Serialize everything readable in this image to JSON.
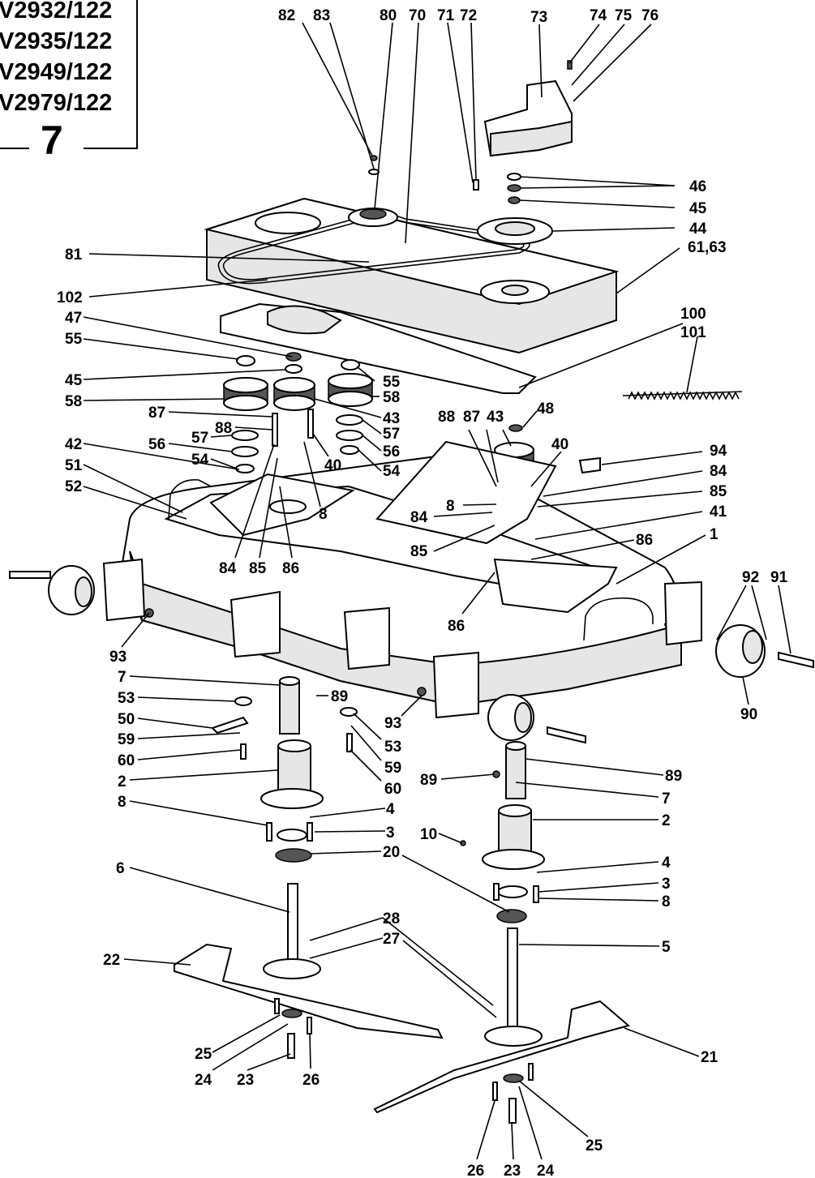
{
  "header": {
    "models": [
      "V2932/122",
      "V2935/122",
      "V2949/122",
      "V2979/122"
    ],
    "plate_number": "7"
  },
  "callouts": [
    {
      "id": "c82",
      "text": "82"
    },
    {
      "id": "c83",
      "text": "83"
    },
    {
      "id": "c80",
      "text": "80"
    },
    {
      "id": "c70",
      "text": "70"
    },
    {
      "id": "c71",
      "text": "71"
    },
    {
      "id": "c72",
      "text": "72"
    },
    {
      "id": "c73",
      "text": "73"
    },
    {
      "id": "c74",
      "text": "74"
    },
    {
      "id": "c75",
      "text": "75"
    },
    {
      "id": "c76",
      "text": "76"
    },
    {
      "id": "c46",
      "text": "46"
    },
    {
      "id": "c45a",
      "text": "45"
    },
    {
      "id": "c44",
      "text": "44"
    },
    {
      "id": "c6163",
      "text": "61,63"
    },
    {
      "id": "c81",
      "text": "81"
    },
    {
      "id": "c102",
      "text": "102"
    },
    {
      "id": "c100",
      "text": "100"
    },
    {
      "id": "c101",
      "text": "101"
    },
    {
      "id": "c47",
      "text": "47"
    },
    {
      "id": "c55a",
      "text": "55"
    },
    {
      "id": "c45b",
      "text": "45"
    },
    {
      "id": "c55b",
      "text": "55"
    },
    {
      "id": "c58a",
      "text": "58"
    },
    {
      "id": "c58b",
      "text": "58"
    },
    {
      "id": "c87a",
      "text": "87"
    },
    {
      "id": "c43a",
      "text": "43"
    },
    {
      "id": "c88a",
      "text": "88"
    },
    {
      "id": "c57a",
      "text": "57"
    },
    {
      "id": "c57b",
      "text": "57"
    },
    {
      "id": "c56a",
      "text": "56"
    },
    {
      "id": "c56b",
      "text": "56"
    },
    {
      "id": "c42",
      "text": "42"
    },
    {
      "id": "c54a",
      "text": "54"
    },
    {
      "id": "c54b",
      "text": "54"
    },
    {
      "id": "c40a",
      "text": "40"
    },
    {
      "id": "c51",
      "text": "51"
    },
    {
      "id": "c52",
      "text": "52"
    },
    {
      "id": "c8a",
      "text": "8"
    },
    {
      "id": "c84a",
      "text": "84"
    },
    {
      "id": "c85a",
      "text": "85"
    },
    {
      "id": "c86a",
      "text": "86"
    },
    {
      "id": "c88b",
      "text": "88"
    },
    {
      "id": "c87b",
      "text": "87"
    },
    {
      "id": "c43b",
      "text": "43"
    },
    {
      "id": "c48",
      "text": "48"
    },
    {
      "id": "c40b",
      "text": "40"
    },
    {
      "id": "c94",
      "text": "94"
    },
    {
      "id": "c84b",
      "text": "84"
    },
    {
      "id": "c85b",
      "text": "85"
    },
    {
      "id": "c8b",
      "text": "8"
    },
    {
      "id": "c84c",
      "text": "84"
    },
    {
      "id": "c41",
      "text": "41"
    },
    {
      "id": "c85c",
      "text": "85"
    },
    {
      "id": "c86b",
      "text": "86"
    },
    {
      "id": "c1",
      "text": "1"
    },
    {
      "id": "c86c",
      "text": "86"
    },
    {
      "id": "c92",
      "text": "92"
    },
    {
      "id": "c91",
      "text": "91"
    },
    {
      "id": "c93a",
      "text": "93"
    },
    {
      "id": "c90",
      "text": "90"
    },
    {
      "id": "c7a",
      "text": "7"
    },
    {
      "id": "c89a",
      "text": "89"
    },
    {
      "id": "c53a",
      "text": "53"
    },
    {
      "id": "c93b",
      "text": "93"
    },
    {
      "id": "c50",
      "text": "50"
    },
    {
      "id": "c53b",
      "text": "53"
    },
    {
      "id": "c59a",
      "text": "59"
    },
    {
      "id": "c59b",
      "text": "59"
    },
    {
      "id": "c60a",
      "text": "60"
    },
    {
      "id": "c60b",
      "text": "60"
    },
    {
      "id": "c2a",
      "text": "2"
    },
    {
      "id": "c89b",
      "text": "89"
    },
    {
      "id": "c89c",
      "text": "89"
    },
    {
      "id": "c7b",
      "text": "7"
    },
    {
      "id": "c8c",
      "text": "8"
    },
    {
      "id": "c4a",
      "text": "4"
    },
    {
      "id": "c3a",
      "text": "3"
    },
    {
      "id": "c2b",
      "text": "2"
    },
    {
      "id": "c10",
      "text": "10"
    },
    {
      "id": "c20",
      "text": "20"
    },
    {
      "id": "c4b",
      "text": "4"
    },
    {
      "id": "c3b",
      "text": "3"
    },
    {
      "id": "c8d",
      "text": "8"
    },
    {
      "id": "c6",
      "text": "6"
    },
    {
      "id": "c28",
      "text": "28"
    },
    {
      "id": "c27",
      "text": "27"
    },
    {
      "id": "c5",
      "text": "5"
    },
    {
      "id": "c22",
      "text": "22"
    },
    {
      "id": "c21",
      "text": "21"
    },
    {
      "id": "c25a",
      "text": "25"
    },
    {
      "id": "c24a",
      "text": "24"
    },
    {
      "id": "c23a",
      "text": "23"
    },
    {
      "id": "c26a",
      "text": "26"
    },
    {
      "id": "c25b",
      "text": "25"
    },
    {
      "id": "c26b",
      "text": "26"
    },
    {
      "id": "c23b",
      "text": "23"
    },
    {
      "id": "c24b",
      "text": "24"
    }
  ]
}
